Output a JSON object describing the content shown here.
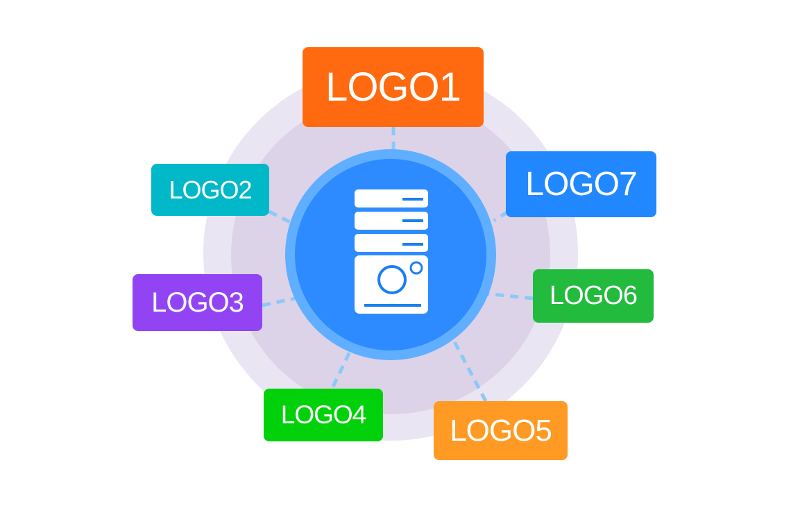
{
  "diagram": {
    "hub_icon": "server-icon",
    "logos": [
      {
        "label": "LOGO1",
        "color": "#FF6A10"
      },
      {
        "label": "LOGO2",
        "color": "#00B8C8"
      },
      {
        "label": "LOGO3",
        "color": "#9244F5"
      },
      {
        "label": "LOGO4",
        "color": "#00D10A"
      },
      {
        "label": "LOGO5",
        "color": "#FF9A24"
      },
      {
        "label": "LOGO6",
        "color": "#22BB3E"
      },
      {
        "label": "LOGO7",
        "color": "#2188FF"
      }
    ]
  }
}
